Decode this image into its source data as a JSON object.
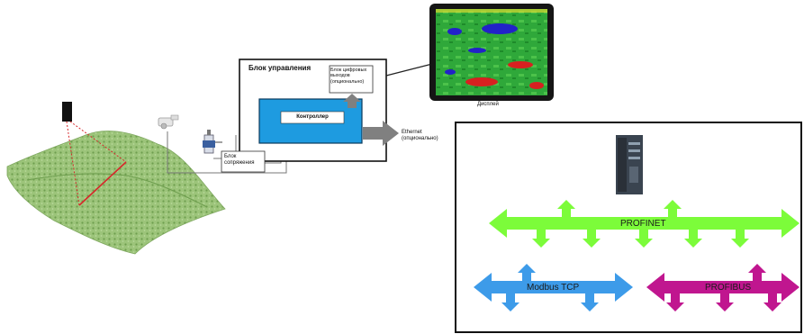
{
  "diagram": {
    "control_unit": {
      "title": "Блок управления"
    },
    "controller": {
      "label": "Контроллер"
    },
    "digital_outputs": {
      "label": "Блок цифровых выходов (опционально)"
    },
    "interface_unit": {
      "label": "Блок сопряжения"
    },
    "ethernet": {
      "label": "Ethernet (опционально)"
    },
    "display": {
      "label": "Дисплей"
    }
  },
  "networks": {
    "profinet": {
      "label": "PROFINET",
      "color": "#7CFC3A"
    },
    "modbus": {
      "label": "Modbus TCP",
      "color": "#3D9BE9"
    },
    "profibus": {
      "label": "PROFIBUS",
      "color": "#C0168F"
    }
  },
  "colors": {
    "controller_fill": "#1E9BE0",
    "terrain": "#8DB86A",
    "laser": "#D8262A",
    "arrow_gray": "#808080"
  }
}
